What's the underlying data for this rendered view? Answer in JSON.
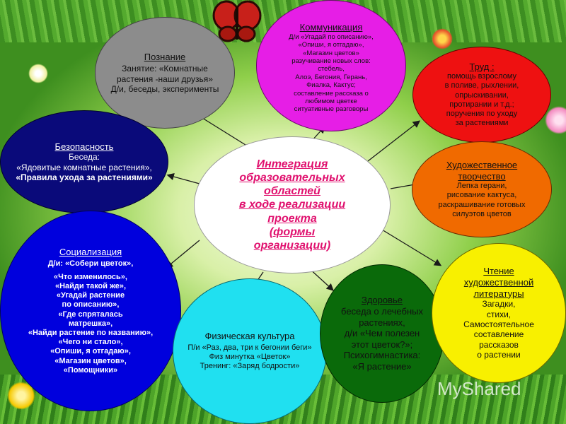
{
  "center": {
    "lines": [
      "Интеграция",
      "образовательных",
      "областей",
      "в ходе реализации",
      "проекта",
      "(формы",
      "организации)"
    ]
  },
  "poznanie": {
    "title": "Познание",
    "lines": [
      "Занятие: «Комнатные",
      "растения -наши друзья»",
      "Д/и, беседы, эксперименты"
    ]
  },
  "kommunikaciya": {
    "title": "Коммуникация",
    "lines": [
      "Д/и «Угадай по описанию»,",
      "«Опиши, я отгадаю»,",
      "«Магазин цветов»",
      "разучивание новых слов:",
      "стебель,",
      "Алоэ, Бегония, Герань,",
      "Фиалка, Кактус;",
      "составление рассказа о",
      "любимом цветке",
      "ситуативные разговоры"
    ]
  },
  "trud": {
    "title": "Труд :",
    "lines": [
      "помощь взрослому",
      "в поливе, рыхлении,",
      "опрыскивании,",
      "протирании и т.д.;",
      "поручения по уходу",
      "за растениями"
    ]
  },
  "bezopasnost": {
    "title": "Безопасность",
    "lines": [
      "Беседа:",
      "«Ядовитые комнатные растения»,",
      "«Правила ухода за растениями»"
    ]
  },
  "hudozhestvennoe": {
    "title": [
      "Художественное",
      "творчество"
    ],
    "lines": [
      "Лепка герани,",
      "рисование кактуса,",
      "раскрашивание готовых",
      "силуэтов цветов"
    ]
  },
  "socializaciya": {
    "title": "Социализация",
    "lines": [
      "Д/и: «Собери цветок»,",
      "«Что изменилось»,",
      "«Найди такой же»,",
      "«Угадай растение",
      "по описанию»,",
      "«Где спряталась",
      "матрешка»,",
      "«Найди растение по названию»,",
      "«Чего ни стало»,",
      "«Опиши, я отгадаю»,",
      "«Магазин цветов»,",
      "«Помощники»"
    ]
  },
  "fizkultura": {
    "title": "Физическая культура",
    "lines": [
      "П/и «Раз, два, три к бегонии беги»",
      "Физ минутка «Цветок»",
      "Тренинг: «Заряд бодрости»"
    ]
  },
  "zdorove": {
    "title": "Здоровье",
    "lines": [
      "беседа о лечебных",
      "растениях,",
      "д/и «Чем полезен",
      "этот цветок?»;",
      "Психогимнастика:",
      "«Я растение»"
    ]
  },
  "chtenie": {
    "title": [
      "Чтение",
      "художественной",
      "литературы"
    ],
    "lines": [
      "Загадки,",
      "стихи,",
      "Самостоятельное",
      "составление",
      "рассказов",
      "о растении"
    ]
  },
  "watermark": "MyShared",
  "colors": {
    "poznanie": "#8c8c8c",
    "kommunikaciya": "#e61ee6",
    "trud": "#ee1111",
    "bezopasnost": "#0a0a7a",
    "hudozhestvennoe": "#f06a00",
    "socializaciya": "#0000dd",
    "fizkultura": "#20e0f0",
    "zdorove": "#0a6a0a",
    "chtenie": "#f8f000",
    "center_text": "#e0106e"
  }
}
